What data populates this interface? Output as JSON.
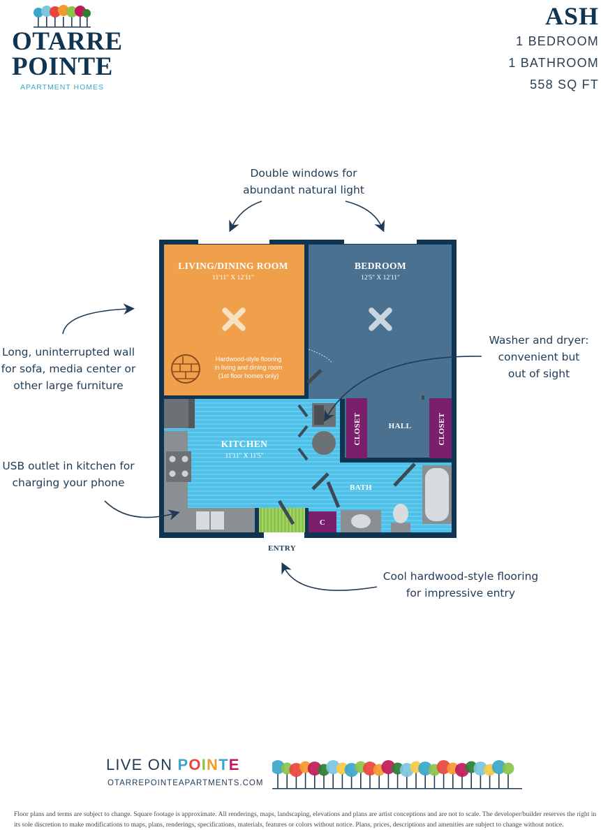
{
  "brand": {
    "line1": "OTARRE",
    "line2": "POINTE",
    "tagline": "APARTMENT HOMES",
    "tree_colors": [
      "#3aa6c9",
      "#e8453c",
      "#f29a2e",
      "#8bc34a",
      "#c2185b",
      "#2e7d32"
    ]
  },
  "plan": {
    "name": "ASH",
    "bedrooms": "1 BEDROOM",
    "bathrooms": "1 BATHROOM",
    "sqft": "558 SQ FT"
  },
  "callouts": {
    "windows_line1": "Double windows for",
    "windows_line2": "abundant natural light",
    "wall_line1": "Long, uninterrupted wall",
    "wall_line2": "for sofa, media center or",
    "wall_line3": "other large furniture",
    "washer_line1": "Washer and dryer:",
    "washer_line2": "convenient but",
    "washer_line3": "out of sight",
    "usb_line1": "USB outlet in kitchen for",
    "usb_line2": "charging your phone",
    "entry_floor_line1": "Cool hardwood-style flooring",
    "entry_floor_line2": "for impressive entry"
  },
  "rooms": {
    "living": {
      "name": "LIVING/DINING ROOM",
      "dims": "11'11\" X 12'11\""
    },
    "bedroom": {
      "name": "BEDROOM",
      "dims": "12'5\" X 12'11\""
    },
    "kitchen": {
      "name": "KITCHEN",
      "dims": "11'11\" X 11'5\""
    },
    "closet_left": "CLOSET",
    "closet_right": "CLOSET",
    "hall": "HALL",
    "bath": "BATH",
    "closet_small": "C",
    "entry": "ENTRY",
    "flooring_note_line1": "Hardwood-style flooring",
    "flooring_note_line2": "in living and dining room",
    "flooring_note_line3": "(1st floor homes only)"
  },
  "colors": {
    "living": "#f0a04b",
    "bedroom": "#4a7190",
    "kitchen": "#4fc1e9",
    "closet": "#7a1f6b",
    "wall": "#0f3552",
    "entry": "#8bc34a",
    "counter": "#8a8f94"
  },
  "footer": {
    "live_on_prefix": "LIVE ON ",
    "live_on_brand": "POINTE",
    "url": "OTARREPOINTEAPARTMENTS.COM",
    "disclaimer": "Floor plans and terms are subject to change. Square footage is approximate. All renderings, maps, landscaping, elevations and plans are artist conceptions and are not to scale. The developer/builder reserves the right in its sole discretion to make modifications to maps, plans, renderings, specifications, materials, features or colors without notice. Plans, prices, descriptions and amenities are subject to change without notice."
  }
}
